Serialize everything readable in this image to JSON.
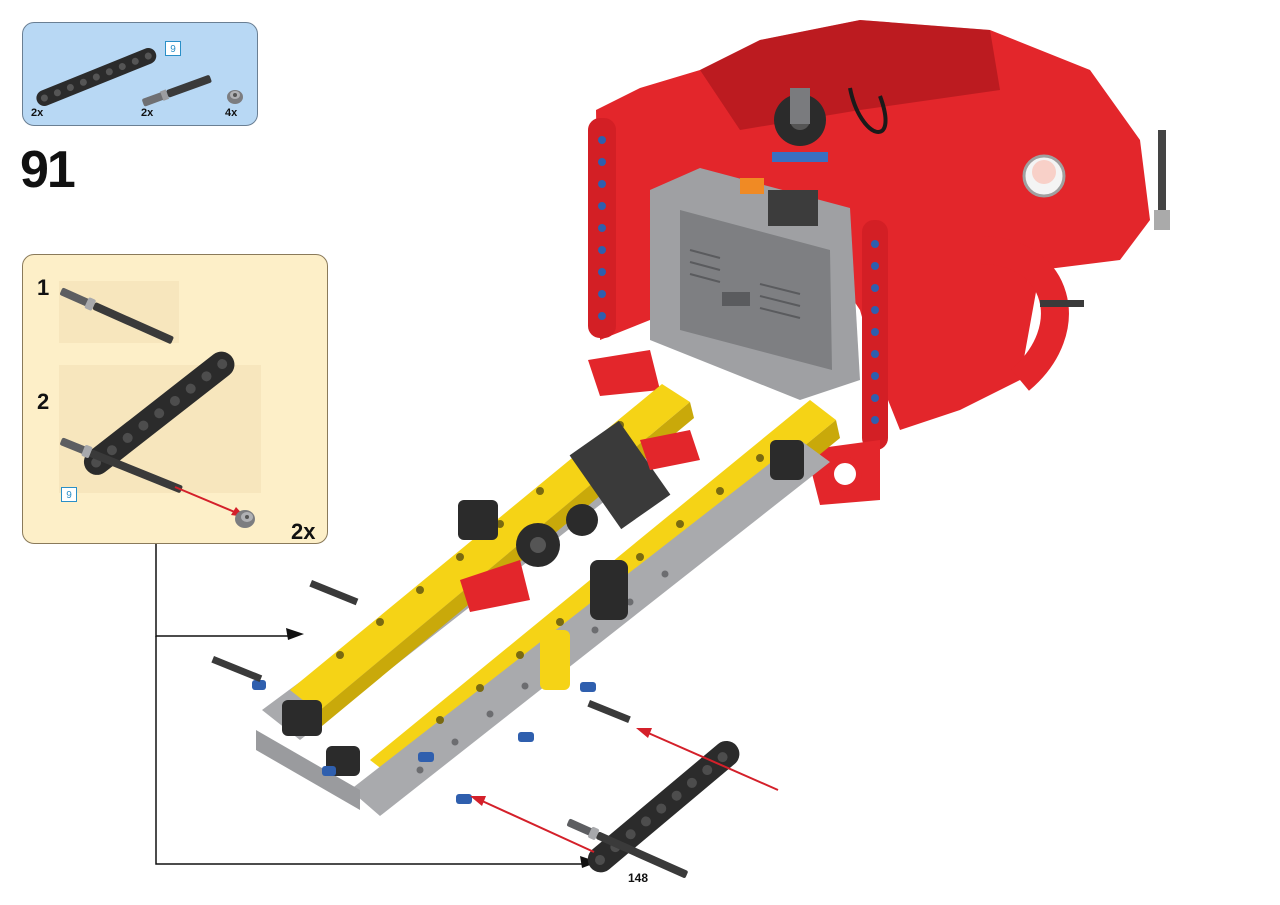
{
  "step": {
    "number": "91"
  },
  "parts_list": {
    "items": [
      {
        "part": "beam",
        "length_label": "9",
        "quantity": "2x"
      },
      {
        "part": "axle",
        "quantity": "2x"
      },
      {
        "part": "bush",
        "quantity": "4x"
      }
    ]
  },
  "subassembly": {
    "steps": [
      {
        "number": "1"
      },
      {
        "number": "2",
        "length_label": "9",
        "quantity": "2x"
      }
    ]
  },
  "page": {
    "number": "148"
  },
  "colors": {
    "parts_list_bg": "#b8d8f4",
    "subassembly_bg": "#fdefc8",
    "arrow_red": "#d4202a",
    "brick_red": "#e3262b",
    "brick_yellow": "#f5d316",
    "brick_gray": "#a9aaad",
    "brick_black": "#2b2b2b",
    "pin_blue": "#2f5fae"
  },
  "icons": [
    "arrow-icon",
    "callout-connector-icon"
  ]
}
